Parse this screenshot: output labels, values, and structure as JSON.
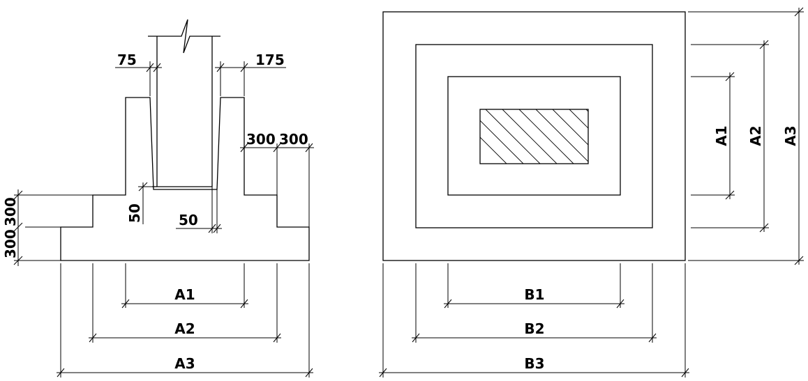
{
  "section_view": {
    "cup_wall_left": "75",
    "cup_wall_right": "175",
    "step_w1": "300",
    "step_w2": "300",
    "step_h1": "300",
    "step_h2": "300",
    "cup_bottom_thick": "50",
    "cup_bottom_gap": "50",
    "dim_A1": "A1",
    "dim_A2": "A2",
    "dim_A3": "A3"
  },
  "plan_view": {
    "dim_B1": "B1",
    "dim_B2": "B2",
    "dim_B3": "B3",
    "dim_A1": "A1",
    "dim_A2": "A2",
    "dim_A3": "A3"
  }
}
